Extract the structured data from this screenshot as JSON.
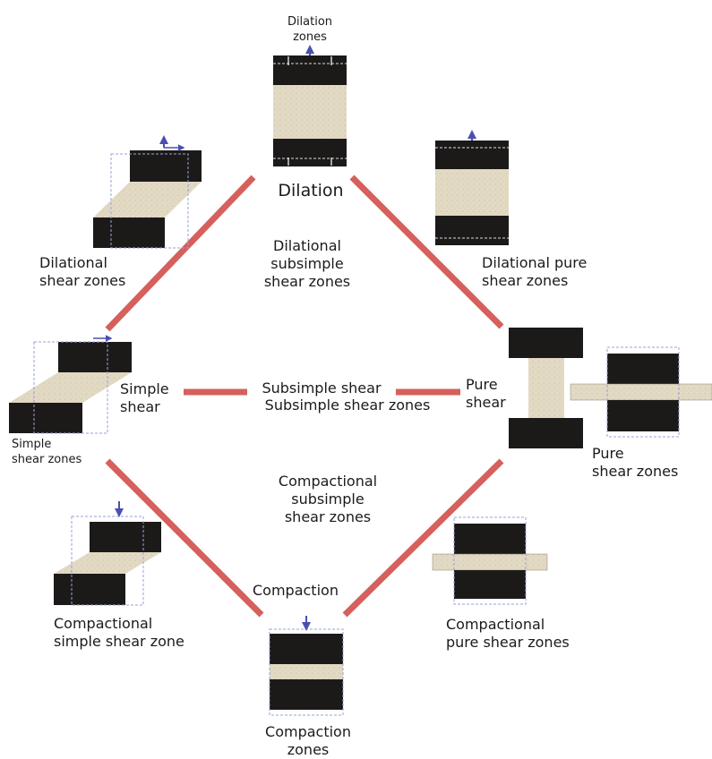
{
  "labels": {
    "dilation_zones": "Dilation\nzones",
    "dilation": "Dilation",
    "dilational_shear_zones": "Dilational\nshear zones",
    "dilational_subsimple": "Dilational\nsubsimple\nshear zones",
    "dilational_pure": "Dilational pure\nshear zones",
    "simple_shear": "Simple\nshear",
    "simple_shear_zones": "Simple\nshear zones",
    "subsimple_shear": "Subsimple shear",
    "subsimple_shear_zones": "Subsimple shear zones",
    "pure_shear": "Pure\nshear",
    "pure_shear_zones": "Pure\nshear zones",
    "compactional_subsimple": "Compactional\nsubsimple\nshear zones",
    "compaction": "Compaction",
    "compactional_simple": "Compactional\nsimple shear zone",
    "compactional_pure": "Compactional\npure shear zones",
    "compaction_zones": "Compaction\nzones"
  },
  "colors": {
    "connector": "#d5605c",
    "block": "#1c1a19",
    "fill": "#e2d9c3",
    "arrow": "#4a50b0",
    "dash": "#cfd1e4"
  }
}
